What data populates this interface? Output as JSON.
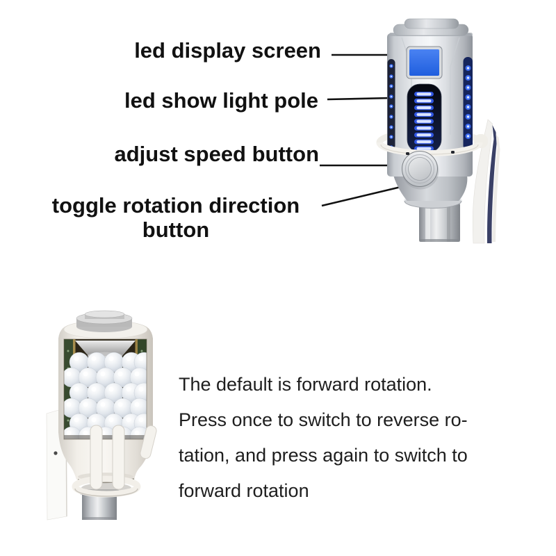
{
  "diagram": {
    "callouts": [
      {
        "label": "led display screen"
      },
      {
        "label": "led show light pole"
      },
      {
        "label": "adjust speed button"
      },
      {
        "label": "toggle rotation direction button",
        "line1": "toggle rotation direction",
        "line2": "button"
      }
    ],
    "instructions": {
      "lines": [
        "The default is forward rotation.",
        "Press once to switch to reverse ro-",
        "tation, and press again to switch to",
        "forward rotation"
      ]
    },
    "colors": {
      "background": "#ffffff",
      "label_text": "#111111",
      "instruction_text": "#1e1e1e",
      "leader_line": "#111111",
      "screen_blue": "#2368e4",
      "led_bar_blue": "#2f55e0",
      "led_dot_blue": "#3f6ef5"
    },
    "icons": [
      {
        "name": "tower-device-photo"
      },
      {
        "name": "led-bulb-detail-photo"
      }
    ]
  }
}
